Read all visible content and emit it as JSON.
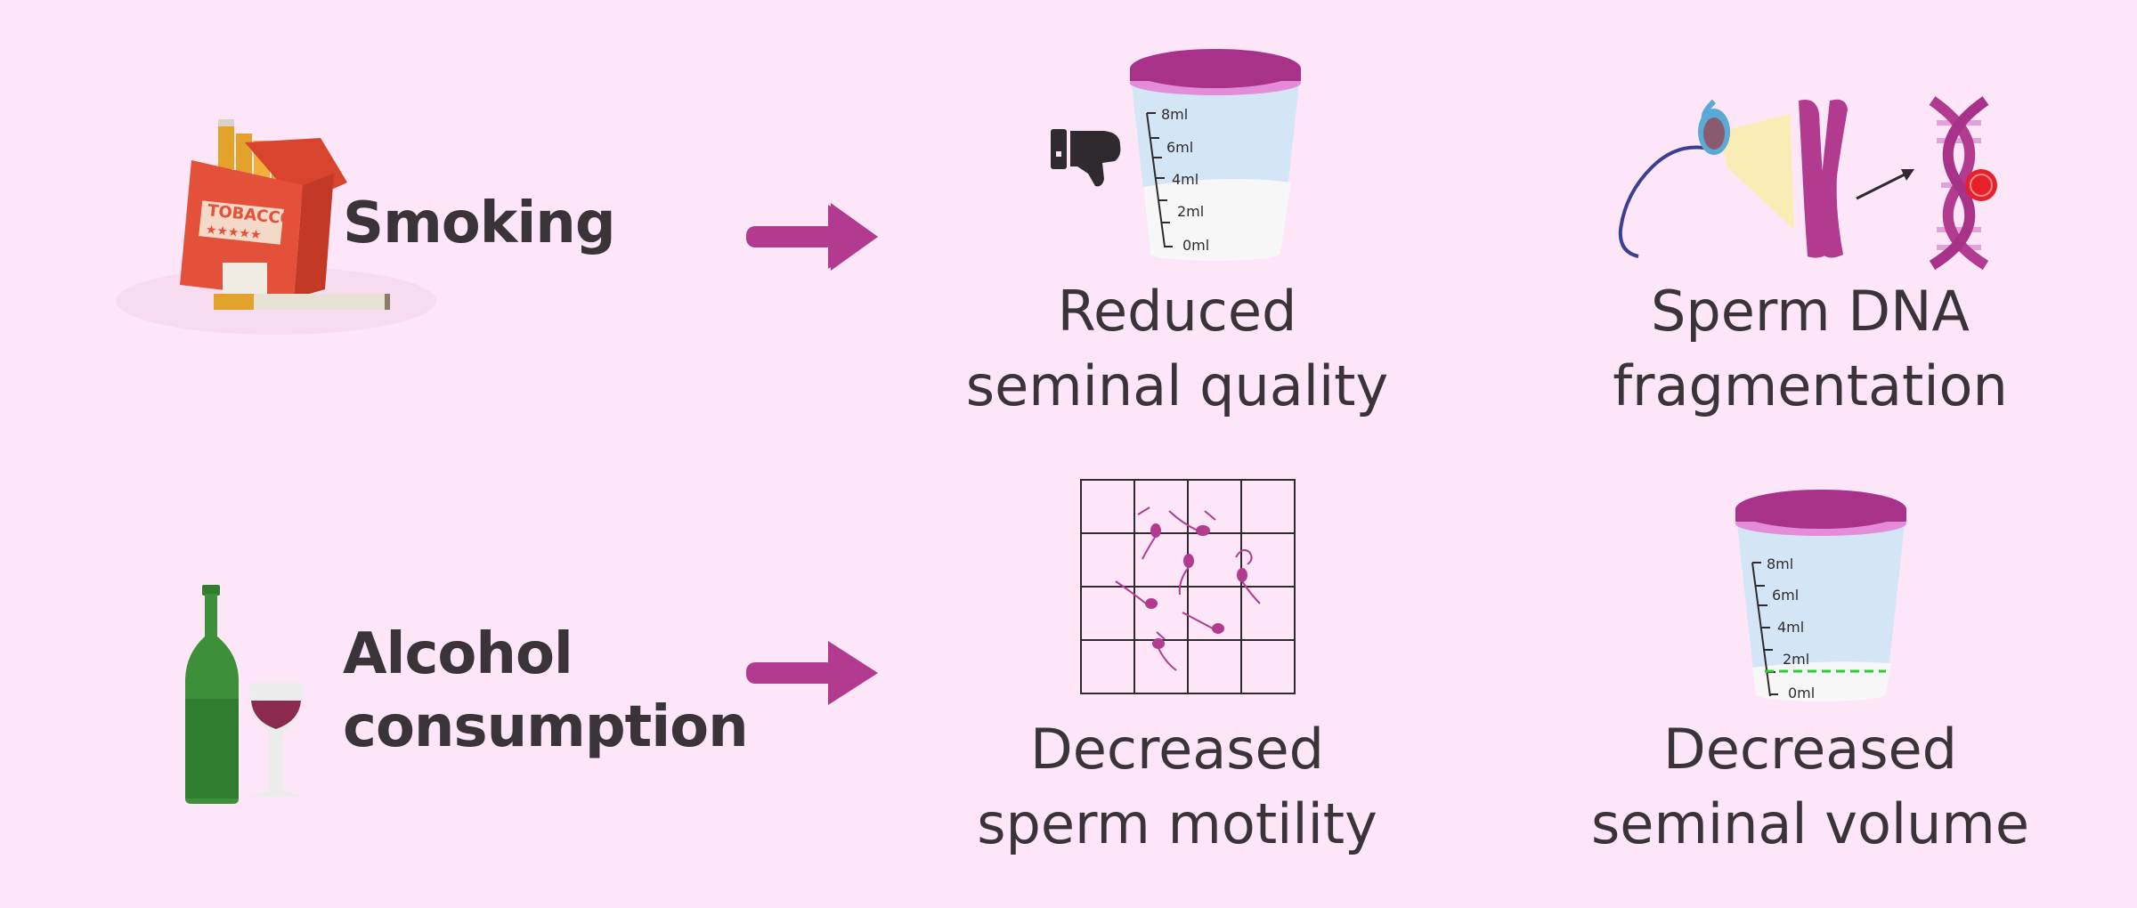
{
  "causes": [
    {
      "id": "smoking",
      "label": "Smoking",
      "icon": "cigarette-pack-icon",
      "icon_text": "TOBACCO",
      "effects": [
        {
          "line1": "Reduced",
          "line2": "seminal quality",
          "icon": "semen-cup-thumbs-down-icon"
        },
        {
          "line1": "Sperm DNA",
          "line2": "fragmentation",
          "icon": "dna-fragmentation-icon"
        }
      ]
    },
    {
      "id": "alcohol",
      "label_line1": "Alcohol",
      "label_line2": "consumption",
      "icon": "wine-bottle-glass-icon",
      "effects": [
        {
          "line1": "Decreased",
          "line2": "sperm motility",
          "icon": "sperm-grid-icon"
        },
        {
          "line1": "Decreased",
          "line2": "seminal volume",
          "icon": "semen-cup-low-icon"
        }
      ]
    }
  ],
  "cup_scale": [
    "8ml",
    "6ml",
    "4ml",
    "2ml",
    "0ml"
  ],
  "colors": {
    "background": "#fde6f8",
    "arrow": "#b23a8f",
    "lid": "#a83289",
    "lid_rim": "#e48bd9",
    "cup": "#d4e6f5",
    "semen": "#f7f7f7",
    "text": "#3a3338"
  }
}
